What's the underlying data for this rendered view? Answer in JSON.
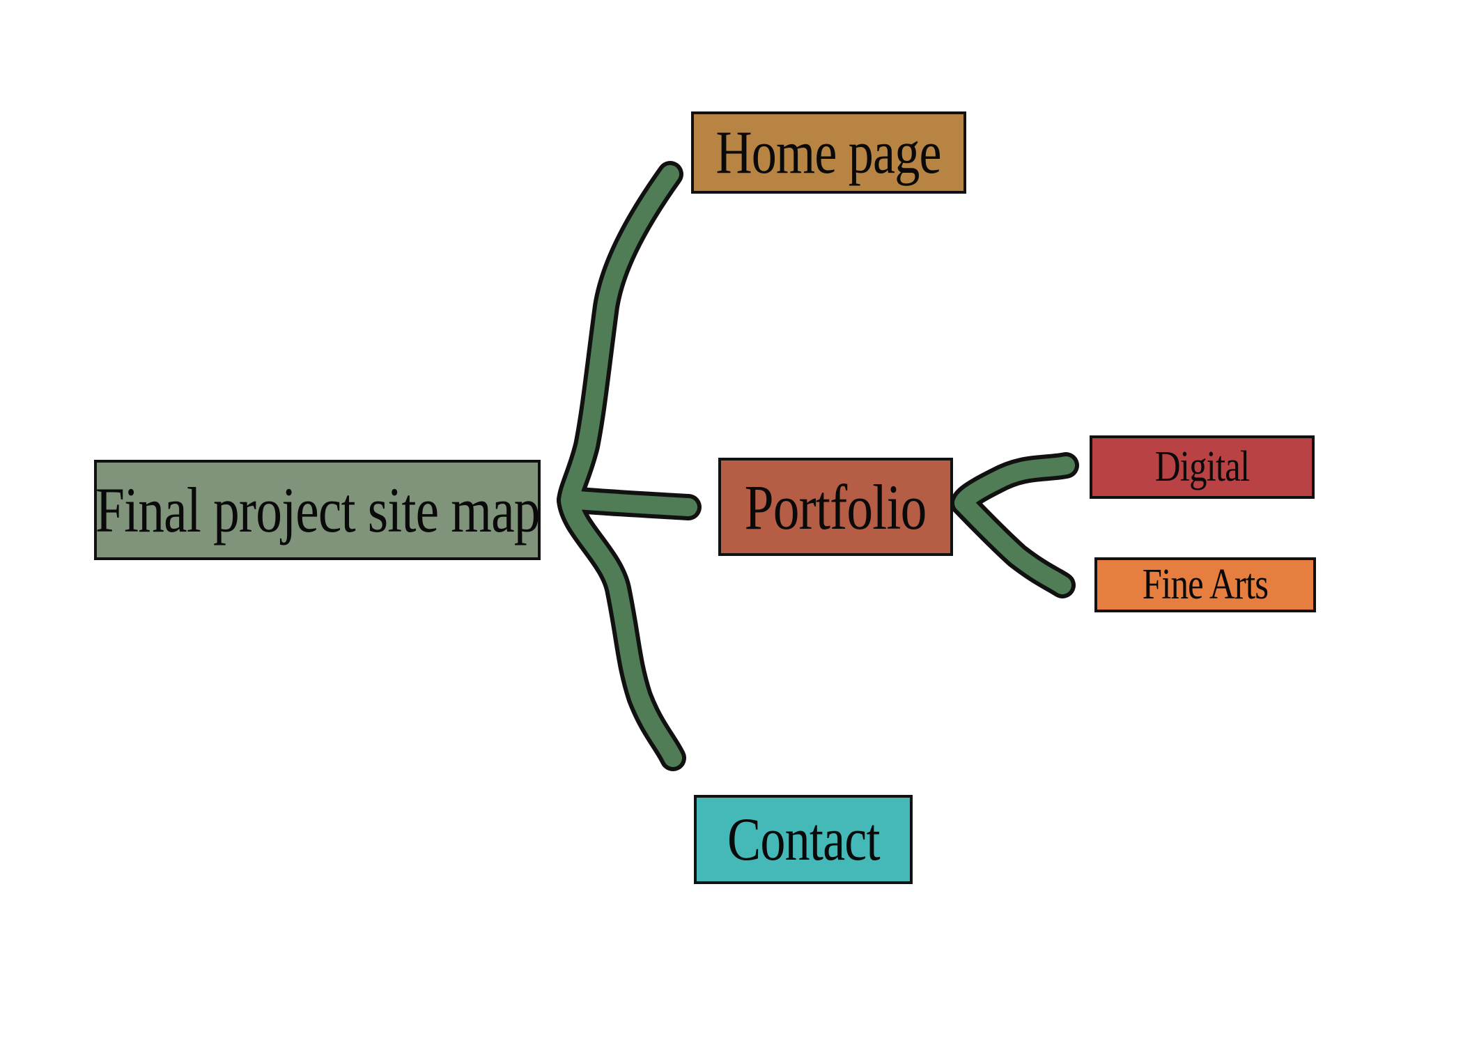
{
  "diagram": {
    "type": "site-map",
    "root": {
      "label": "Final project site map",
      "color": "#7f947a"
    },
    "children": [
      {
        "label": "Home page",
        "color": "#b88444"
      },
      {
        "label": "Portfolio",
        "color": "#b65e45",
        "children": [
          {
            "label": "Digital",
            "color": "#b94344"
          },
          {
            "label": "Fine Arts",
            "color": "#e67e3f"
          }
        ]
      },
      {
        "label": "Contact",
        "color": "#45b9b8"
      }
    ],
    "connector_color": "#517d56",
    "outline_color": "#111111"
  }
}
